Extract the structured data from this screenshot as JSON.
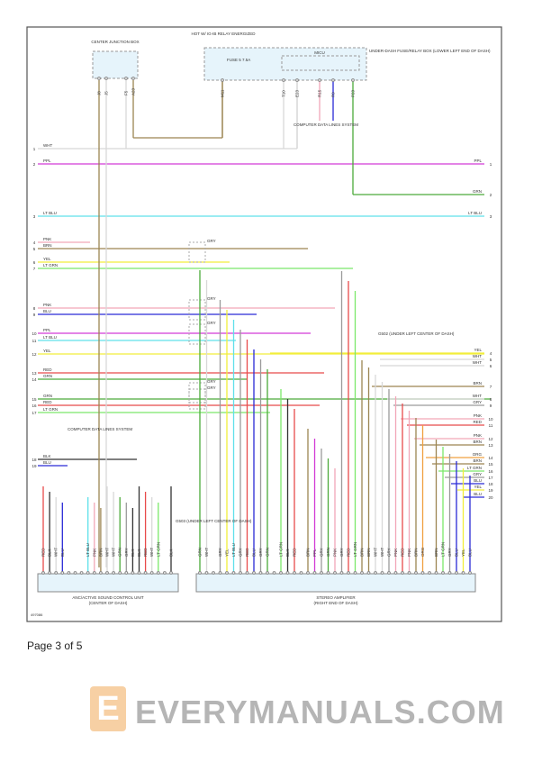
{
  "figure_id": "497086",
  "page_label": "Page 3 of 5",
  "watermark": "EVERYMANUALS.COM",
  "components": {
    "junction_box": "CENTER JUNCTION BOX",
    "junction_pins": [
      "J8",
      "J5",
      "F5",
      "A23"
    ],
    "relay_note": "HOT W/ IG-IB RELAY ENERGIZED",
    "fuse": "FUSE 5 7.5A",
    "micu": "MICU",
    "fuse_box": "UNDER-DASH FUSE/RELAY BOX (LOWER LEFT END OF DASH)",
    "micu_pins": [
      "M11",
      "T10",
      "E23",
      "R15",
      "R9",
      "P23"
    ],
    "data_lines": "COMPUTER DATA LINES SYSTEM",
    "ground_top": "G502 (UNDER LEFT CENTER OF DASH)",
    "ground_bottom": "G503 (UNDER LEFT CENTER OF DASH)",
    "anc_unit": "ANC/ACTIVE SOUND CONTROL UNIT",
    "anc_location": "(CENTER OF DASH)",
    "amp": "STEREO AMPLIFIER",
    "amp_location": "(RIGHT END OF DASH)"
  },
  "top_wires": [
    "BRN",
    "WHT",
    "WHT",
    "BRN",
    "BRN",
    "BRN",
    "WHT",
    "WHT",
    "WHT",
    "PNK",
    "BLU",
    "GRN"
  ],
  "left_rows": [
    {
      "n": "1",
      "color": "WHT"
    },
    {
      "n": "2",
      "color": "PPL"
    },
    {
      "n": "3",
      "color": "LT BLU"
    },
    {
      "n": "4",
      "color": "PNK"
    },
    {
      "n": "5",
      "color": "BRN"
    },
    {
      "n": "6",
      "color": "YEL"
    },
    {
      "n": "7",
      "color": "LT GRN"
    },
    {
      "n": "8",
      "color": "PNK"
    },
    {
      "n": "9",
      "color": "BLU"
    },
    {
      "n": "10",
      "color": "PPL"
    },
    {
      "n": "11",
      "color": "LT BLU"
    },
    {
      "n": "12",
      "color": "YEL"
    },
    {
      "n": "13",
      "color": "RED"
    },
    {
      "n": "14",
      "color": "GRN"
    },
    {
      "n": "15",
      "color": "GRN"
    },
    {
      "n": "16",
      "color": "RED"
    },
    {
      "n": "17",
      "color": "LT GRN"
    },
    {
      "n": "18",
      "color": "BLK"
    },
    {
      "n": "19",
      "color": "BLU"
    }
  ],
  "right_rows": [
    {
      "n": "1",
      "color": "PPL"
    },
    {
      "n": "2",
      "color": "GRN"
    },
    {
      "n": "3",
      "color": "LT BLU"
    },
    {
      "n": "4",
      "color": "YEL"
    },
    {
      "n": "5",
      "color": "WHT"
    },
    {
      "n": "6",
      "color": "WHT"
    },
    {
      "n": "7",
      "color": "BRN"
    },
    {
      "n": "8",
      "color": "WHT"
    },
    {
      "n": "9",
      "color": "GRY"
    },
    {
      "n": "10",
      "color": "PNK"
    },
    {
      "n": "11",
      "color": "RED"
    },
    {
      "n": "12",
      "color": "PNK"
    },
    {
      "n": "13",
      "color": "BRN"
    },
    {
      "n": "14",
      "color": "ORG"
    },
    {
      "n": "15",
      "color": "BRN"
    },
    {
      "n": "16",
      "color": "LT GRN"
    },
    {
      "n": "17",
      "color": "GRY"
    },
    {
      "n": "18",
      "color": "BLU"
    },
    {
      "n": "19",
      "color": "YEL"
    },
    {
      "n": "20",
      "color": "BLU"
    }
  ],
  "shield_label": "GRY",
  "ground_wire": "BLK",
  "anc_pins": [
    "RED",
    "BLK",
    "WHT",
    "BLU",
    "",
    "",
    "",
    "LT BLU",
    "PNK",
    "BRN",
    "WHT",
    "WHT",
    "GRN",
    "GRY",
    "BLK",
    "BLK",
    "RED",
    "WHT",
    "LT GRN",
    "",
    "BLK"
  ],
  "amp_pins": [
    "GRN",
    "WHT",
    "",
    "GRY",
    "YEL",
    "LT BLU",
    "GRY",
    "RED",
    "BLU",
    "GRY",
    "GRN",
    "",
    "LT GRN",
    "BLK",
    "RED",
    "",
    "BRN",
    "PPL",
    "GRY",
    "GRN",
    "PNK",
    "GRY",
    "RED",
    "LT GRN",
    "BRN",
    "BRN",
    "WHT",
    "WHT",
    "GRY",
    "PNK",
    "RED",
    "PNK",
    "BRN",
    "ORG",
    "",
    "BRN",
    "LT GRN",
    "GRY",
    "BLU",
    "YEL",
    "BLU"
  ],
  "wire_colors": {
    "WHT": "#d8d8d8",
    "PPL": "#d23ad6",
    "LT BLU": "#5fe0ea",
    "PNK": "#f2a6b8",
    "BRN": "#9c8552",
    "YEL": "#f2ee3a",
    "LT GRN": "#7be86a",
    "BLU": "#2a2ad6",
    "RED": "#e84a4a",
    "GRN": "#4caa3a",
    "BLK": "#333333",
    "GRY": "#9a9a9a",
    "ORG": "#f0a040"
  },
  "box_fill": "#e6f4fb"
}
